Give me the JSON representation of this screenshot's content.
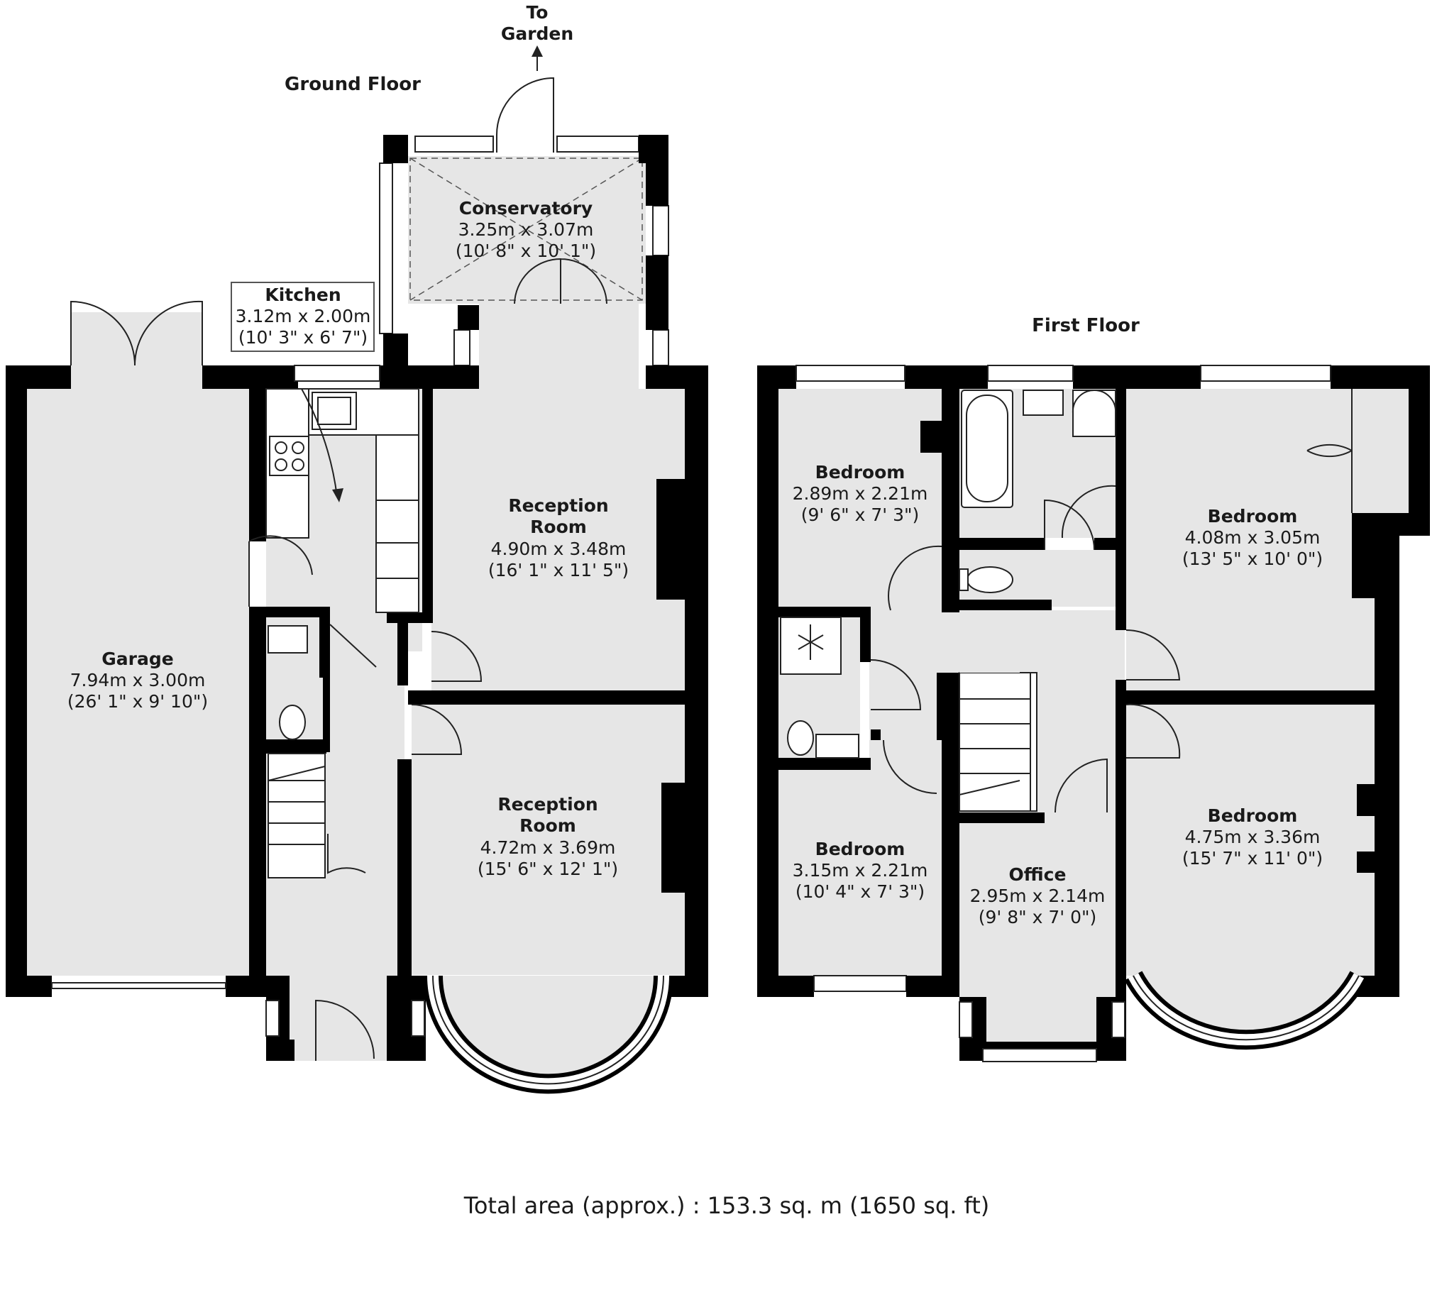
{
  "ground_floor": {
    "title": "Ground Floor",
    "to_garden": [
      "To",
      "Garden"
    ],
    "rooms": {
      "conservatory": {
        "name": "Conservatory",
        "metric": "3.25m x 3.07m",
        "imperial": "(10' 8\" x 10' 1\")"
      },
      "kitchen": {
        "name": "Kitchen",
        "metric": "3.12m x 2.00m",
        "imperial": "(10' 3\" x 6' 7\")"
      },
      "garage": {
        "name": "Garage",
        "metric": "7.94m x 3.00m",
        "imperial": "(26' 1\" x 9' 10\")"
      },
      "reception_rear": {
        "name_line1": "Reception",
        "name_line2": "Room",
        "metric": "4.90m x 3.48m",
        "imperial": "(16' 1\" x 11' 5\")"
      },
      "reception_front": {
        "name_line1": "Reception",
        "name_line2": "Room",
        "metric": "4.72m x 3.69m",
        "imperial": "(15' 6\" x 12' 1\")"
      }
    }
  },
  "first_floor": {
    "title": "First Floor",
    "rooms": {
      "bedroom_rear_left": {
        "name": "Bedroom",
        "metric": "2.89m x 2.21m",
        "imperial": "(9' 6\" x 7' 3\")"
      },
      "bedroom_rear_right": {
        "name": "Bedroom",
        "metric": "4.08m x 3.05m",
        "imperial": "(13' 5\" x 10' 0\")"
      },
      "bedroom_front_left": {
        "name": "Bedroom",
        "metric": "3.15m x 2.21m",
        "imperial": "(10' 4\" x 7' 3\")"
      },
      "office": {
        "name": "Office",
        "metric": "2.95m x 2.14m",
        "imperial": "(9' 8\" x 7' 0\")"
      },
      "bedroom_front_right": {
        "name": "Bedroom",
        "metric": "4.75m x 3.36m",
        "imperial": "(15' 7\" x 11' 0\")"
      }
    }
  },
  "total_area": "Total area (approx.) : 153.3 sq. m (1650 sq. ft)"
}
